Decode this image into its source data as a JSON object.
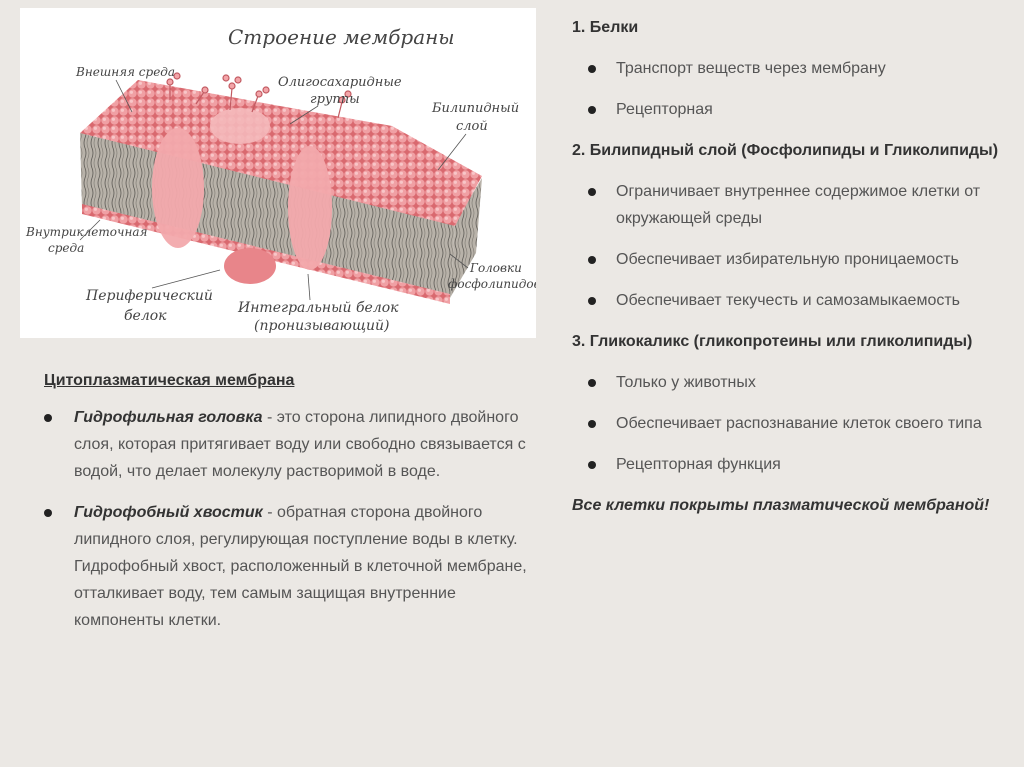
{
  "figure": {
    "title": "Строение мембраны",
    "labels": {
      "outer": "Внешняя среда",
      "oligo1": "Олигосахаридные",
      "oligo2": "группы",
      "bilipid1": "Билипидный",
      "bilipid2": "слой",
      "inner1": "Внутриклеточная",
      "inner2": "среда",
      "heads1": "Головки",
      "heads2": "фосфолипидов",
      "peripheral1": "Периферический",
      "peripheral2": "белок",
      "integral1": "Интегральный белок",
      "integral2": "(пронизывающий)"
    }
  },
  "left": {
    "heading": "Цитоплазматическая мембрана",
    "bullets": [
      {
        "term": "Гидрофильная головка",
        "text": " - это сторона липидного двойного слоя, которая притягивает воду или свободно связывается с водой, что делает молекулу растворимой в воде."
      },
      {
        "term": "Гидрофобный хвостик",
        "text": " - обратная сторона двойного липидного слоя, регулирующая поступление воды в клетку. Гидрофобный хвост, расположенный в клеточной мембране, отталкивает воду, тем самым защищая внутренние компоненты клетки."
      }
    ]
  },
  "right": {
    "sections": [
      {
        "title": "1. Белки",
        "items": [
          "Транспорт веществ через мембрану",
          "Рецепторная"
        ]
      },
      {
        "title": "2. Билипидный слой (Фосфолипиды и Гликолипиды)",
        "items": [
          "Ограничивает внутреннее содержимое клетки от окружающей среды",
          "Обеспечивает избирательную проницаемость",
          "Обеспечивает текучесть и самозамыкаемость"
        ]
      },
      {
        "title": "3. Гликокаликс (гликопротеины или гликолипиды)",
        "items": [
          "Только у животных",
          "Обеспечивает распознавание клеток своего типа",
          "Рецепторная функция"
        ]
      }
    ],
    "final": "Все клетки покрыты плазматической мембраной!"
  },
  "colors": {
    "membrane_pink": "#e98a8f",
    "tails_gray": "#b3ada3",
    "background": "#ebe8e4"
  }
}
